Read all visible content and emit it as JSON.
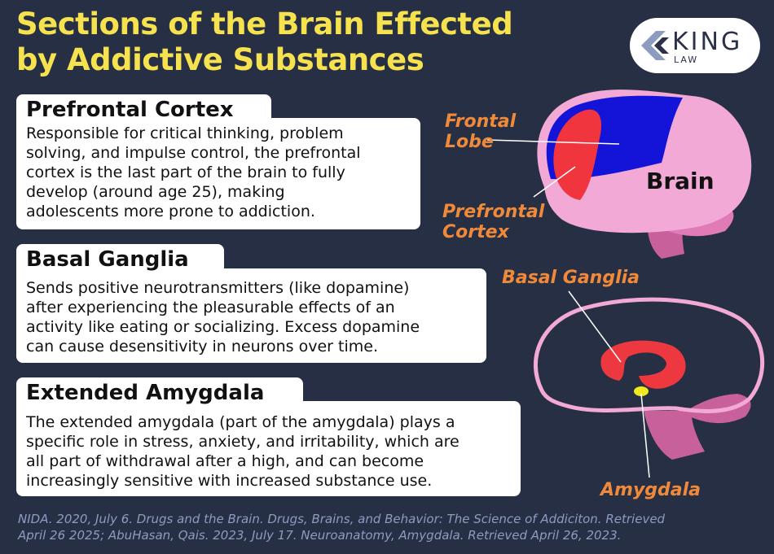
{
  "title_line1": "Sections of the Brain Effected",
  "title_line2": "by Addictive Substances",
  "logo": {
    "word": "KING",
    "sub": "LAW",
    "icon": "chevron-k-logo"
  },
  "sections": [
    {
      "heading": "Prefrontal Cortex",
      "lines": [
        "Responsible for critical thinking, problem",
        "solving, and impulse control, the prefrontal",
        "cortex is the last part of the brain to fully",
        "develop (around age 25), making",
        "adolescents more prone to addiction."
      ]
    },
    {
      "heading": "Basal Ganglia",
      "lines": [
        "Sends positive neurotransmitters (like dopamine)",
        "after experiencing the pleasurable effects of an",
        "activity like eating or socializing. Excess dopamine",
        "can cause desensitivity in neurons over time."
      ]
    },
    {
      "heading": "Extended Amygdala",
      "lines": [
        "The extended amygdala (part of the amygdala) plays a",
        "specific role in stress, anxiety, and irritability, which are",
        "all part of withdrawal after a high, and can become",
        "increasingly sensitive with increased substance use."
      ]
    }
  ],
  "diagram": {
    "frontal_lobe": [
      "Frontal",
      "Lobe"
    ],
    "prefrontal_cortex": [
      "Prefrontal",
      "Cortex"
    ],
    "brain": "Brain",
    "basal_ganglia": "Basal Ganglia",
    "amygdala": "Amygdala"
  },
  "citation": [
    "NIDA. 2020, July 6. Drugs and the Brain. Drugs, Brains, and Behavior: The Science of Addiciton. Retrieved",
    "April 26 2025; AbuHasan, Qais. 2023, July 17. Neuroanatomy, Amygdala. Retrieved April 26, 2023."
  ],
  "colors": {
    "background": "#272f45",
    "title": "#f6e24f",
    "label": "#f08a3a",
    "brain_pink": "#f2a9d6",
    "frontal_blue": "#1414d8",
    "prefrontal_red": "#f0353e",
    "basal_red": "#ee3840",
    "amygdala_yellow": "#f2e81e",
    "citation": "#8c9cc0"
  }
}
